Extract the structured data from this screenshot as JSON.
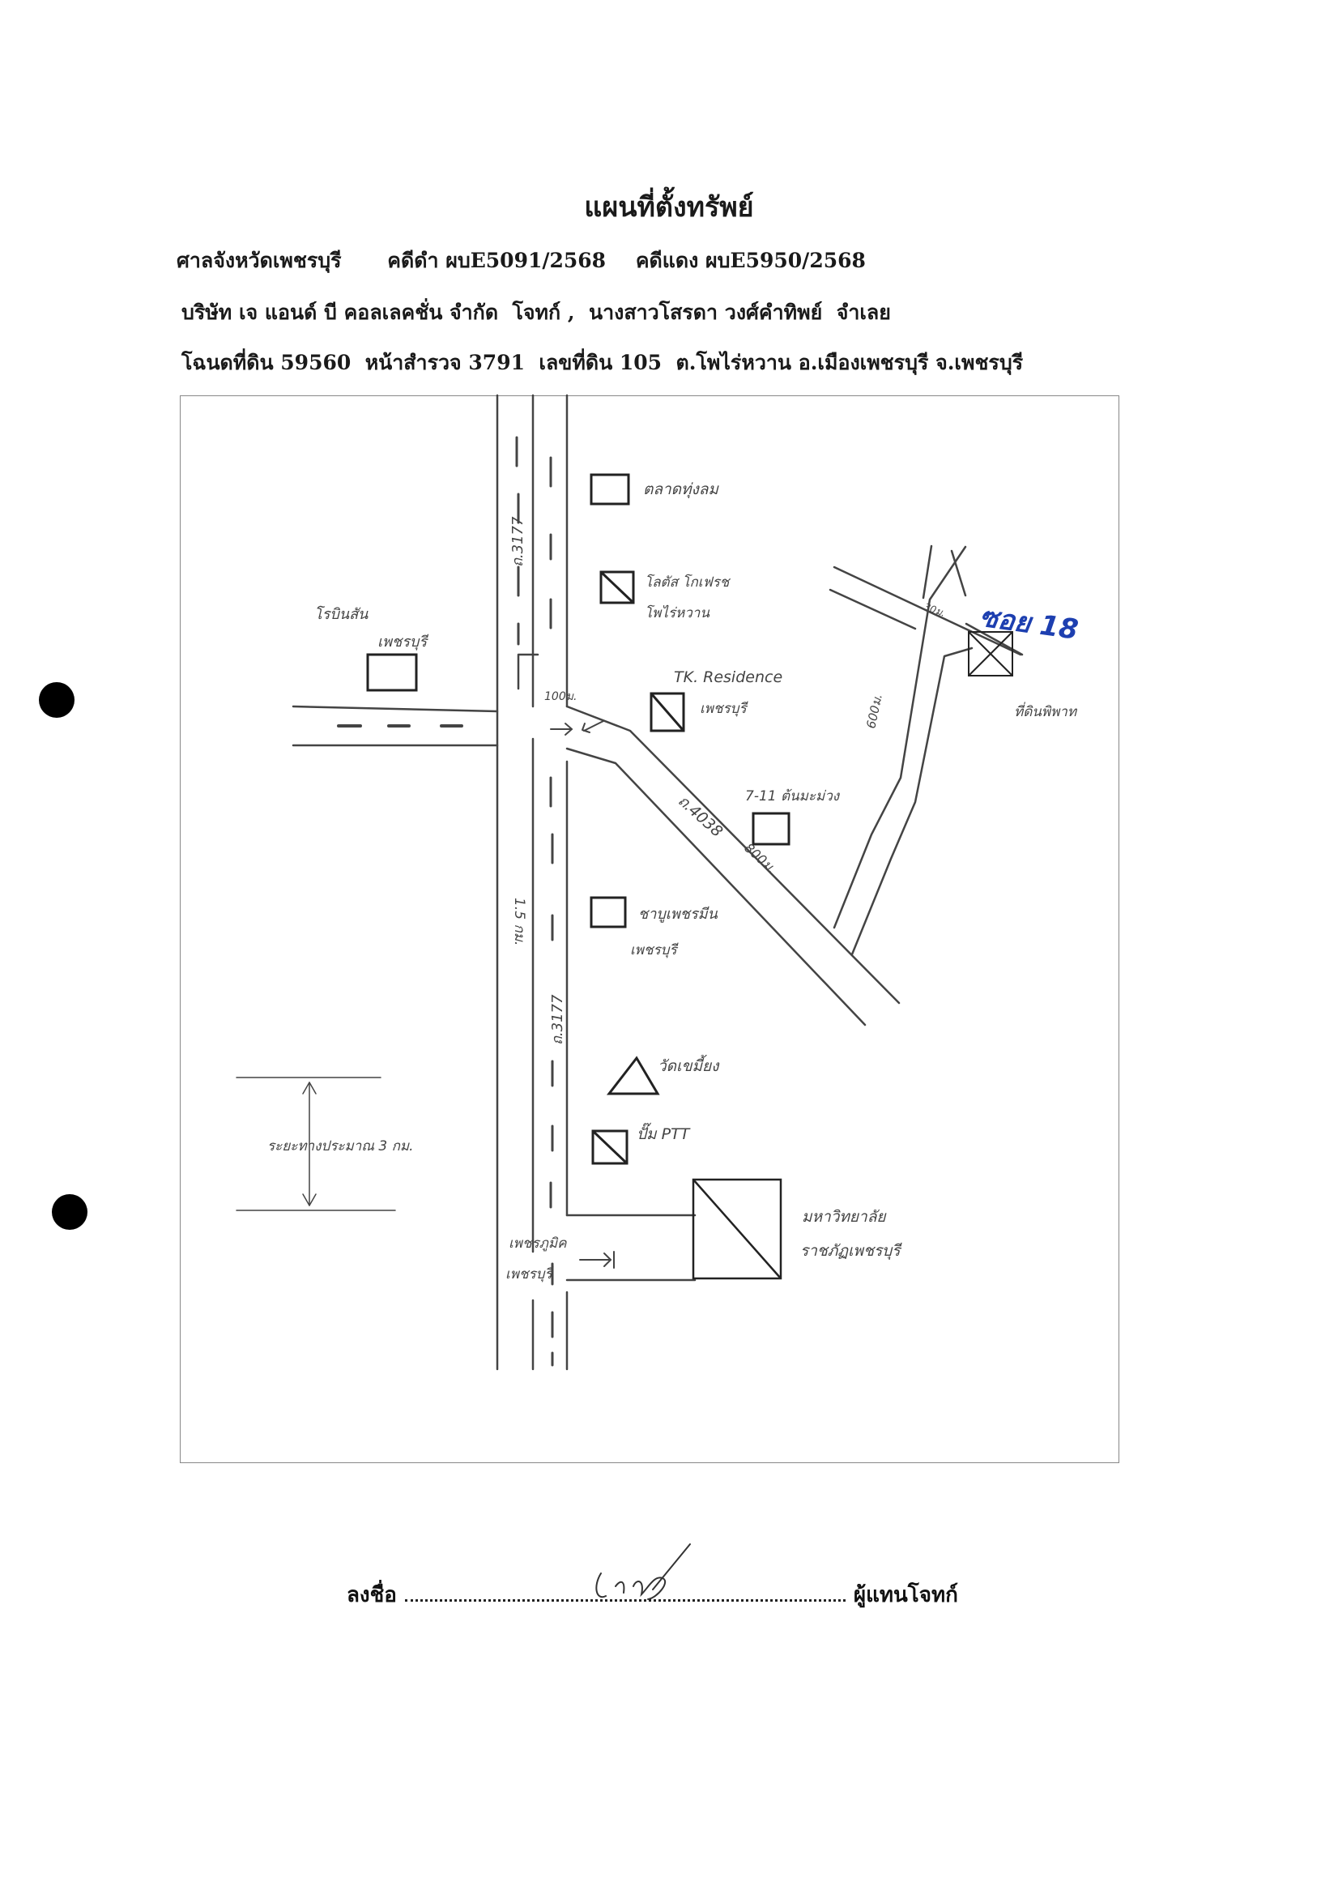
{
  "header": {
    "title": "แผนที่ตั้งทรัพย์",
    "court": "ศาลจังหวัดเพชรบุรี",
    "black_case": "คดีดำ ผบE5091/2568",
    "red_case": "คดีแดง ผบE5950/2568",
    "plaintiff": "บริษัท เจ แอนด์ บี คอลเลคชั่น จำกัด",
    "plaintiff_role": "โจทก์ ,",
    "defendant": "นางสาวโสรดา วงศ์คำทิพย์",
    "defendant_role": "จำเลย",
    "deed": "โฉนดที่ดิน 59560",
    "survey_page": "หน้าสำรวจ 3791",
    "land_no": "เลขที่ดิน 105",
    "location": "ต.โพไร่หวาน อ.เมืองเพชรบุรี จ.เพชรบุรี"
  },
  "map": {
    "road_main": "ถ.3177",
    "road_main_lower": "ถ.3177",
    "road_diagonal": "ถ.4038",
    "dist_diagonal": "800ม.",
    "dist_main": "1.5 กม.",
    "dist_soi": "600ม.",
    "dist_soi_top": "30ม.",
    "dist_junction": "100ม.",
    "soi_label": "ซอย 18",
    "target_label": "ที่ดินพิพาท",
    "scale_label": "ระยะทางประมาณ 3 กม.",
    "landmarks": {
      "talat": "ตลาดทุ่งลม",
      "lotus_l1": "โลตัส โกเฟรช",
      "lotus_l2": "โพไร่หวาน",
      "robinson_l1": "โรบินสัน",
      "robinson_l2": "เพชรบุรี",
      "tk_l1": "TK. Residence",
      "tk_l2": "เพชรบุรี",
      "seven_eleven": "7-11 ต้นมะม่วง",
      "chicken_l1": "ชาบูเพชรมีน",
      "chicken_l2": "เพชรบุรี",
      "temple": "วัดเขมี้ยง",
      "ptt": "ปั๊ม PTT",
      "univ_l1": "มหาวิทยาลัย",
      "univ_l2": "ราชภัฏเพชรบุรี",
      "hospital_l1": "เพชรภูมิค",
      "hospital_l2": "เพชรบุรี"
    }
  },
  "signature": {
    "prefix": "ลงชื่อ",
    "suffix": "ผู้แทนโจทก์"
  }
}
